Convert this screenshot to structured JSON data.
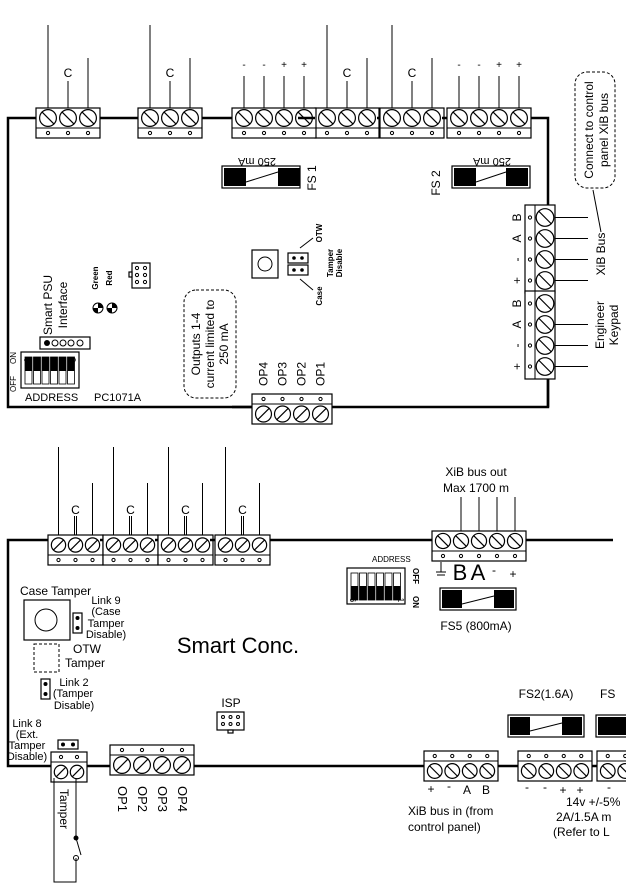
{
  "top_board": {
    "board_id": "PC1071A",
    "terminal_labels": {
      "common": "C",
      "minus": "-",
      "plus": "+"
    },
    "fuses": [
      {
        "name": "FS 1",
        "rating": "250 mA"
      },
      {
        "name": "FS 2",
        "rating": "250 mA"
      }
    ],
    "callout_control_panel": [
      "Connect to control",
      "panel XiB bus"
    ],
    "xib_bus_label": "XiB Bus",
    "xib_bus_terminals": [
      "B",
      "A",
      "-",
      "+"
    ],
    "engineer_keypad_label": [
      "Engineer",
      "Keypad"
    ],
    "keypad_terminals": [
      "B",
      "A",
      "-",
      "+"
    ],
    "tamper_links": {
      "otw": "OTW",
      "case": "Case",
      "label": [
        "Tamper",
        "Disable"
      ]
    },
    "smart_psu_label": [
      "Smart PSU",
      "Interface"
    ],
    "leds": [
      "Green",
      "Red"
    ],
    "callout_outputs": [
      "Outputs 1-4",
      "current limited to",
      "250 mA"
    ],
    "outputs": [
      "OP4",
      "OP3",
      "OP2",
      "OP1"
    ],
    "dip_switch": {
      "label": "ADDRESS",
      "on": "ON",
      "off": "OFF",
      "first": "1",
      "last": "6"
    }
  },
  "bottom_board": {
    "title": "Smart Conc.",
    "terminal_common": "C",
    "xib_out": {
      "title": "XiB bus out",
      "max": "Max 1700 m",
      "terminals": [
        "B",
        "A",
        "-",
        "+"
      ]
    },
    "dip_switch": {
      "label": "ADDRESS",
      "on": "ON",
      "off": "OFF",
      "first": "1",
      "last": "6"
    },
    "fs5": "FS5 (800mA)",
    "case_tamper": "Case Tamper",
    "link9": [
      "Link 9",
      "(Case",
      "Tamper",
      "Disable)"
    ],
    "otw_tamper": [
      "OTW",
      "Tamper"
    ],
    "link2": [
      "Link 2",
      "(Tamper",
      "Disable)"
    ],
    "link8": [
      "Link 8",
      "(Ext.",
      "Tamper",
      "Disable)"
    ],
    "isp": "ISP",
    "tamper": "Tamper",
    "outputs": [
      "OP1",
      "OP2",
      "OP3",
      "OP4"
    ],
    "xib_in": {
      "terminals": [
        "+",
        "-",
        "A",
        "B"
      ],
      "label": [
        "XiB bus in (from",
        "control panel)"
      ]
    },
    "power": {
      "fuse": "FS2(1.6A)",
      "fuse_cut": "FS",
      "terminals": [
        "-",
        "-",
        "+",
        "+"
      ],
      "terminal_cut": "-",
      "spec": [
        "14v +/-5%",
        "2A/1.5A m",
        "(Refer to  L"
      ]
    }
  }
}
